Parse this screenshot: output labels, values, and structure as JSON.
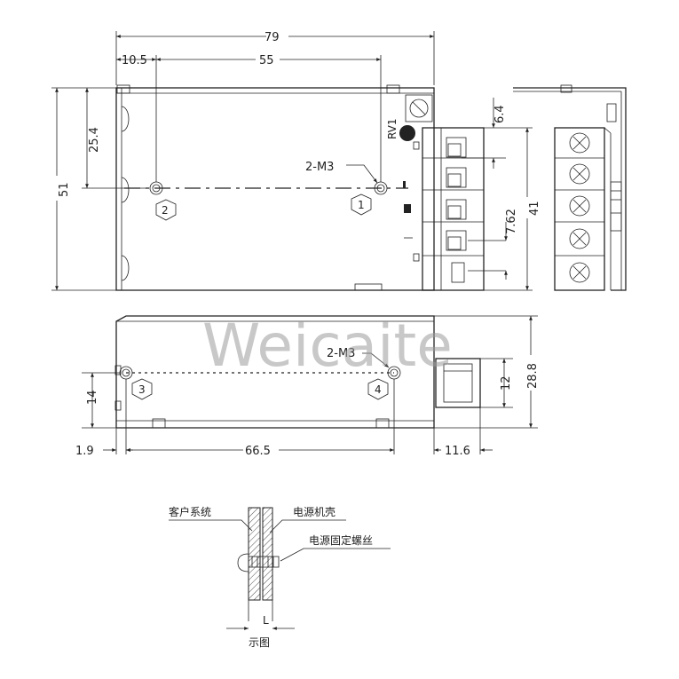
{
  "watermark": "Weicaite",
  "dimensions": {
    "overall_width": "79",
    "left_offset": "10.5",
    "hole_spacing": "55",
    "height_to_hole": "25.4",
    "overall_height": "51",
    "terminal_top": "6.4",
    "terminal_pitch": "7.62",
    "terminal_span": "41",
    "side_hole_height": "14",
    "side_depth": "28.8",
    "terminal_depth": "12",
    "side_left_margin": "1.9",
    "side_hole_spacing": "66.5",
    "terminal_protrusion": "11.6"
  },
  "screws": {
    "top_label": "2-M3",
    "side_label": "2-M3"
  },
  "holes": [
    "1",
    "2",
    "3",
    "4"
  ],
  "board_mark": "RV1",
  "detail": {
    "customer_system": "客户系统",
    "psu_housing": "电源机壳",
    "fixing_screw": "电源固定螺丝",
    "length": "L",
    "caption": "示图"
  }
}
